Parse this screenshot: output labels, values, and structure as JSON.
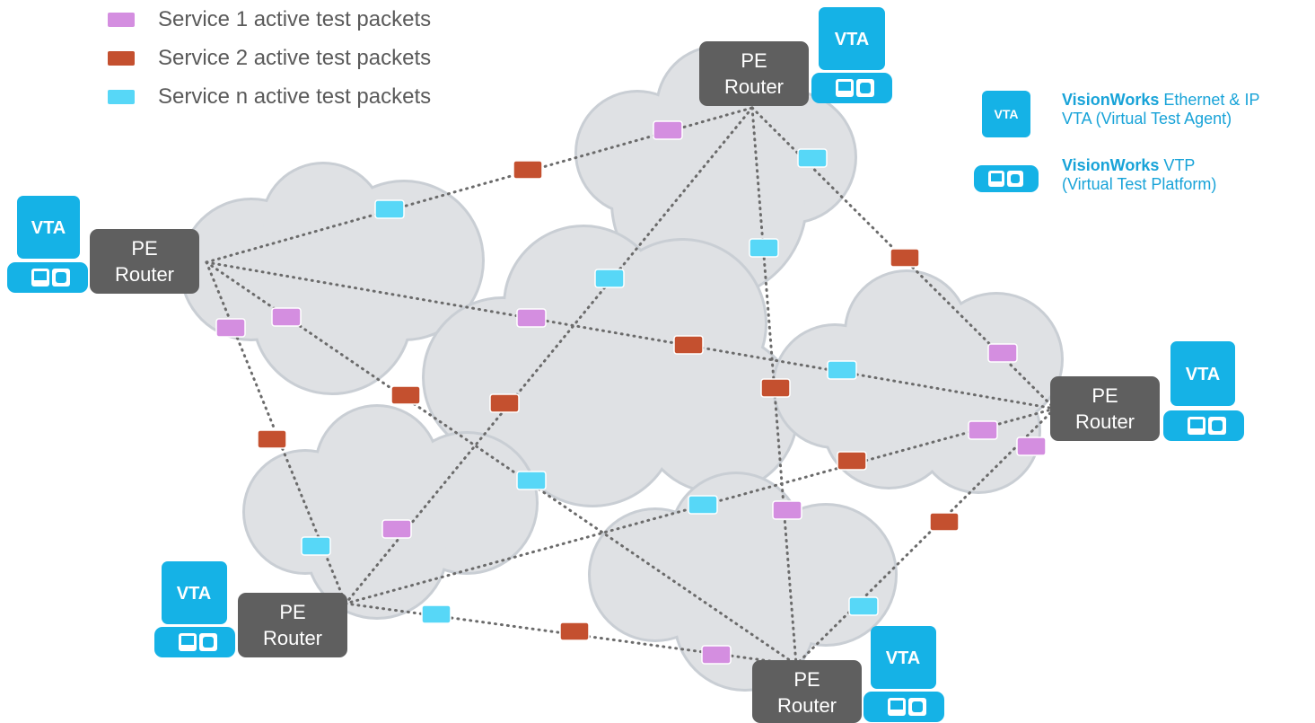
{
  "legend": [
    {
      "label": "Service 1 active test packets",
      "color": "#d48ee0"
    },
    {
      "label": "Service 2 active test packets",
      "color": "#c4502f"
    },
    {
      "label": "Service n active test packets",
      "color": "#57d7f7"
    }
  ],
  "key": {
    "vta": {
      "icon_text": "VTA",
      "brand": "VisionWorks",
      "line1": "Ethernet & IP",
      "line2": "VTA (Virtual Test Agent)"
    },
    "vtp": {
      "icon": "test-platform-icon",
      "brand": "VisionWorks",
      "line1": "VTP",
      "line2": "(Virtual Test Platform)"
    }
  },
  "routers": [
    {
      "id": "left",
      "line1": "PE",
      "line2": "Router",
      "vta": "VTA"
    },
    {
      "id": "top",
      "line1": "PE",
      "line2": "Router",
      "vta": "VTA"
    },
    {
      "id": "right",
      "line1": "PE",
      "line2": "Router",
      "vta": "VTA"
    },
    {
      "id": "bottom-left",
      "line1": "PE",
      "line2": "Router",
      "vta": "VTA"
    },
    {
      "id": "bottom-right",
      "line1": "PE",
      "line2": "Router",
      "vta": "VTA"
    }
  ],
  "links": [
    {
      "from": "left",
      "to": "top",
      "packets": [
        "n",
        "2"
      ]
    },
    {
      "from": "left",
      "to": "right",
      "packets": [
        "1",
        "2",
        "n"
      ]
    },
    {
      "from": "left",
      "to": "bottom-left",
      "packets": [
        "1",
        "2",
        "n"
      ]
    },
    {
      "from": "left",
      "to": "bottom-right",
      "packets": [
        "1",
        "2",
        "n"
      ]
    },
    {
      "from": "top",
      "to": "bottom-left",
      "packets": [
        "n",
        "2",
        "1"
      ]
    },
    {
      "from": "top",
      "to": "bottom-right",
      "packets": [
        "n",
        "2",
        "1"
      ]
    },
    {
      "from": "top",
      "to": "right",
      "packets": [
        "n",
        "2",
        "1"
      ]
    },
    {
      "from": "top",
      "to": "top",
      "packets": [
        "1"
      ]
    },
    {
      "from": "right",
      "to": "bottom-left",
      "packets": [
        "1",
        "2",
        "n"
      ]
    },
    {
      "from": "right",
      "to": "bottom-right",
      "packets": [
        "1",
        "2",
        "n"
      ]
    },
    {
      "from": "bottom-left",
      "to": "bottom-right",
      "packets": [
        "n",
        "2",
        "1"
      ]
    }
  ],
  "colors": {
    "router": "#5f5f5f",
    "vta": "#15b2e6",
    "cloud_fill": "#dfe1e4",
    "cloud_stroke": "#c9ced4",
    "link": "#6b6b6b",
    "key_text": "#18a3d8",
    "legend_text": "#5a5a5a"
  }
}
